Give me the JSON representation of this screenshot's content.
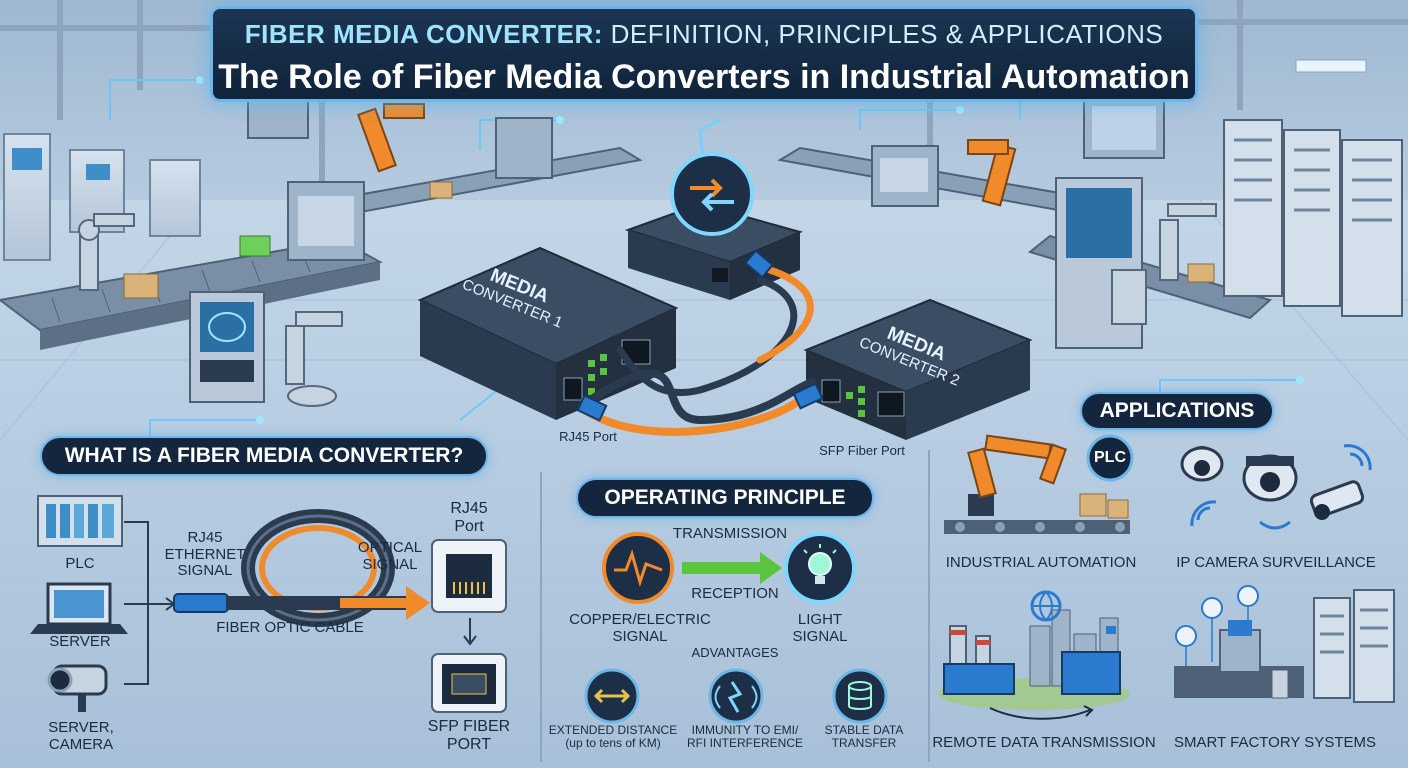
{
  "title": {
    "top_bold": "FIBER MEDIA CONVERTER:",
    "top_rest": " DEFINITION, PRINCIPLES & APPLICATIONS",
    "main": "The Role of Fiber Media Converters in Industrial Automation"
  },
  "hero": {
    "converter1_line1": "MEDIA",
    "converter1_line2": "CONVERTER 1",
    "converter2_line1": "MEDIA",
    "converter2_line2": "CONVERTER 2",
    "rj45_port_label": "RJ45 Port",
    "sfp_port_label": "SFP Fiber Port"
  },
  "what_is": {
    "heading": "WHAT IS A FIBER MEDIA CONVERTER?",
    "devices": [
      "PLC",
      "SERVER",
      "SERVER,",
      "CAMERA"
    ],
    "rj45_signal": [
      "RJ45",
      "ETHERNET",
      "SIGNAL"
    ],
    "optical_signal": [
      "OPTICAL",
      "SIGNAL"
    ],
    "cable_label": "FIBER OPTIC CABLE",
    "rj45_port": [
      "RJ45",
      "Port"
    ],
    "sfp_port": [
      "SFP FIBER",
      "PORT"
    ]
  },
  "operating": {
    "heading": "OPERATING PRINCIPLE",
    "transmission": "TRANSMISSION",
    "reception": "RECEPTION",
    "copper": [
      "COPPER/ELECTRIC",
      "SIGNAL"
    ],
    "light": [
      "LIGHT",
      "SIGNAL"
    ],
    "advantages_heading": "ADVANTAGES",
    "adv1": [
      "EXTENDED DISTANCE",
      "(up to tens of KM)"
    ],
    "adv2": [
      "IMMUNITY TO EMI/",
      "RFI INTERFERENCE"
    ],
    "adv3": [
      "STABLE DATA",
      "TRANSFER"
    ]
  },
  "applications": {
    "heading": "APPLICATIONS",
    "plc_badge": "PLC",
    "items": [
      "INDUSTRIAL AUTOMATION",
      "IP CAMERA SURVEILLANCE",
      "REMOTE DATA TRANSMISSION",
      "SMART FACTORY SYSTEMS"
    ]
  },
  "colors": {
    "navy": "#14263d",
    "glow": "#6fb6e8",
    "fiber_orange": "#f08a2a",
    "signal_green": "#5ac43c",
    "device_dark": "#2b3b4f"
  }
}
